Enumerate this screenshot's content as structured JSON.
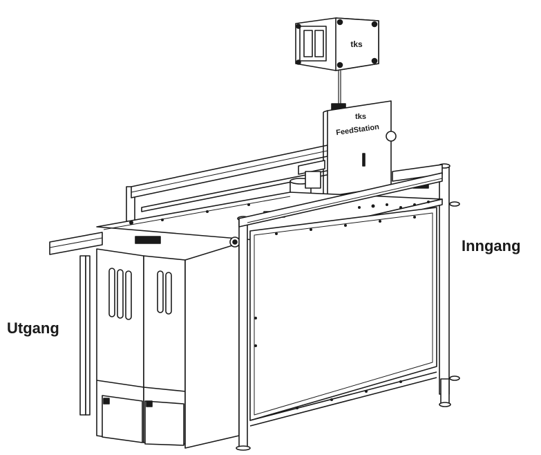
{
  "labels": {
    "exit": "Utgang",
    "entry": "Inngang"
  },
  "device": {
    "brand": "tks",
    "name": "FeedStation"
  }
}
